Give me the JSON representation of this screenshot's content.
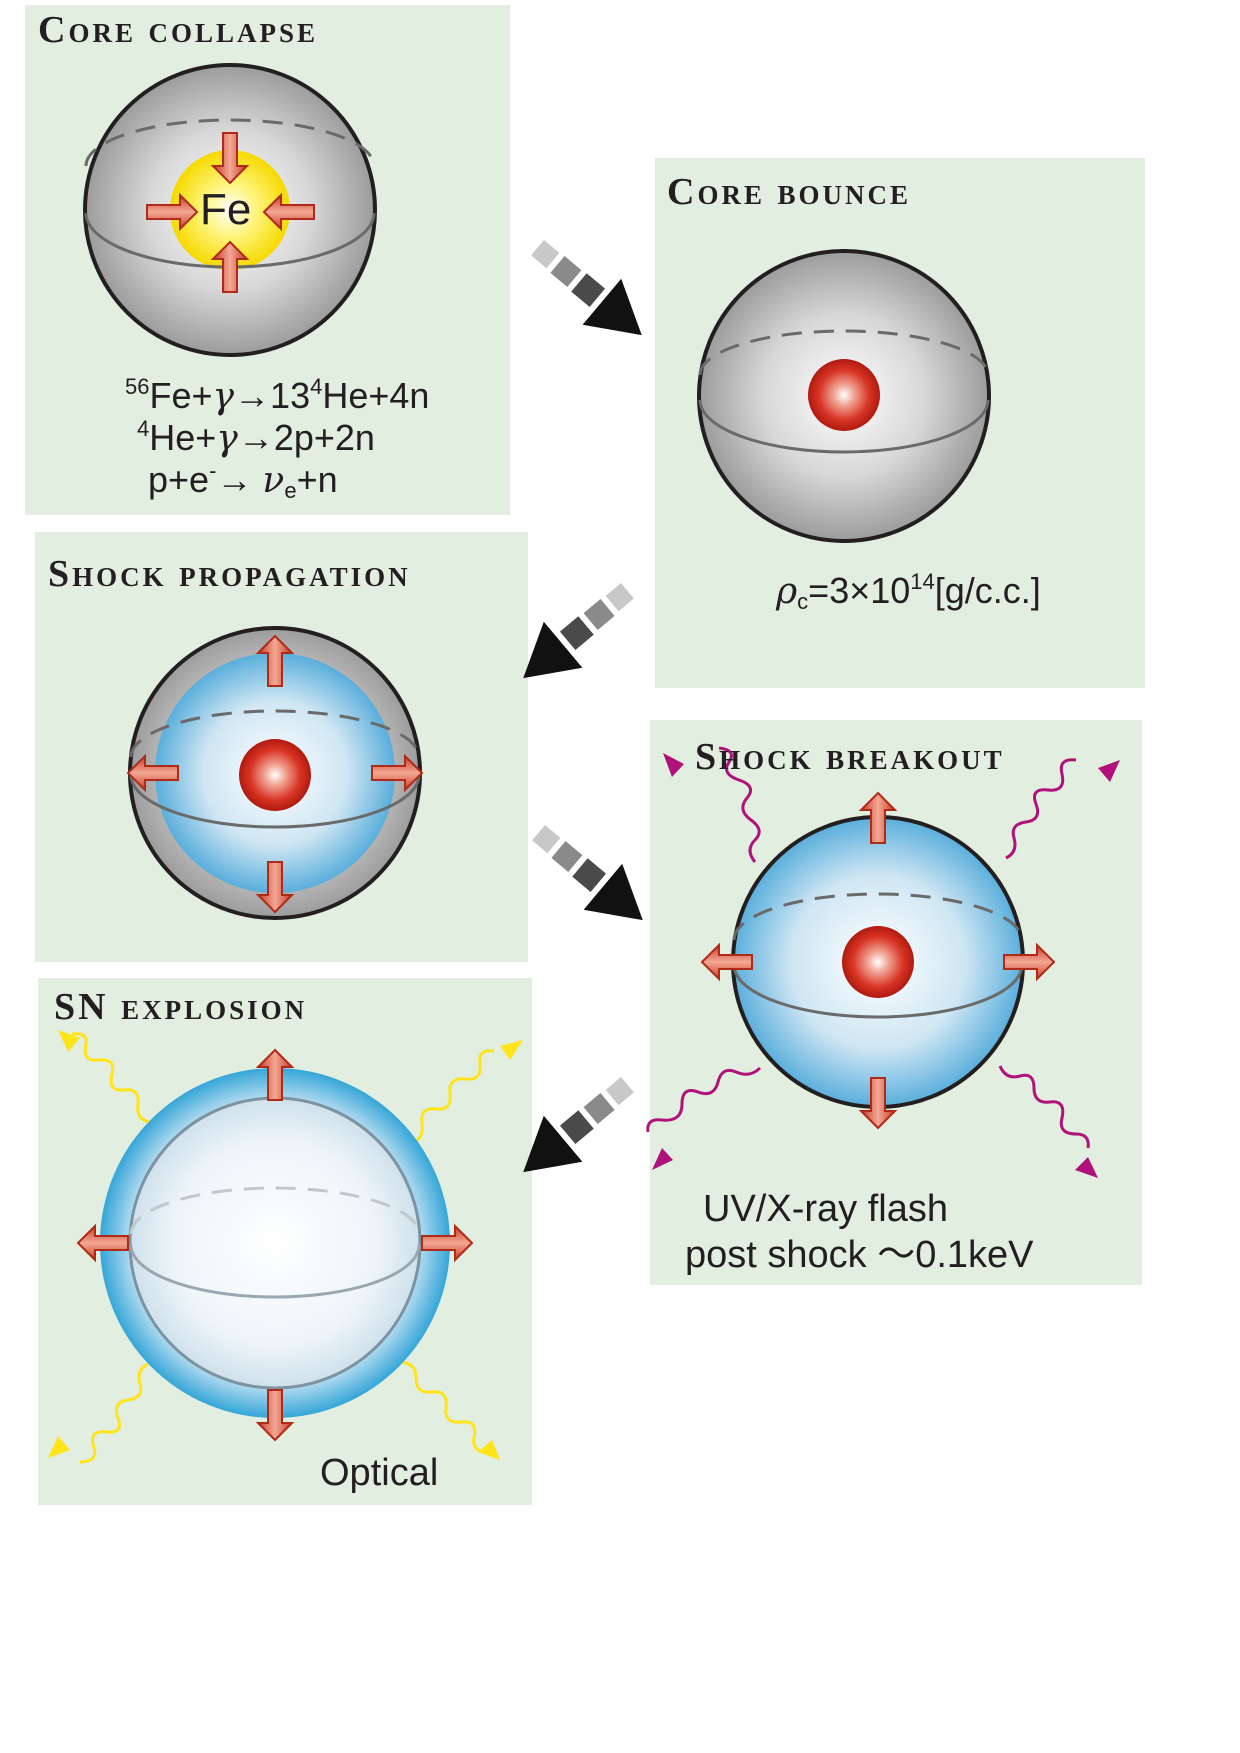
{
  "panels": {
    "core_collapse": {
      "title": "Core collapse",
      "core_label": "Fe",
      "reaction_1": {
        "a_mass": "56",
        "a": "Fe+",
        "gamma": "γ",
        "arrow": "→13",
        "b_mass": "4",
        "b": "He+4n"
      },
      "reaction_2": {
        "a_mass": "4",
        "a": "He+",
        "gamma": "γ",
        "arrow": "→2p+2n"
      },
      "reaction_3": {
        "a": "p+e",
        "charge": "-",
        "arrow": "→ ",
        "nu": "ν",
        "nu_sub": "e",
        "rest": "+n"
      }
    },
    "core_bounce": {
      "title": "Core bounce",
      "density": {
        "rho": "ρ",
        "sub": "c",
        "value": "=3×10",
        "exp": "14",
        "unit": "[g/c.c.]"
      }
    },
    "shock_propagation": {
      "title": "Shock propagation"
    },
    "shock_breakout": {
      "title": "Shock breakout",
      "caption_1": "UV/X-ray flash",
      "caption_2": "post shock ～0.1keV"
    },
    "sn_explosion": {
      "title": "SN explosion",
      "caption": "Optical"
    }
  },
  "colors": {
    "panel_bg": "#e2eee0",
    "shell_gray": "#b0b0b0",
    "iron_core": "#ffe93a",
    "neutron_star": "#c8201a",
    "shock_blue": "#3a9fd8",
    "arrow_red": "#d8503a",
    "uv_xray_photon": "#b0127a",
    "optical_photon": "#ffe41a",
    "flow_arrow": "#1a1a1a"
  }
}
